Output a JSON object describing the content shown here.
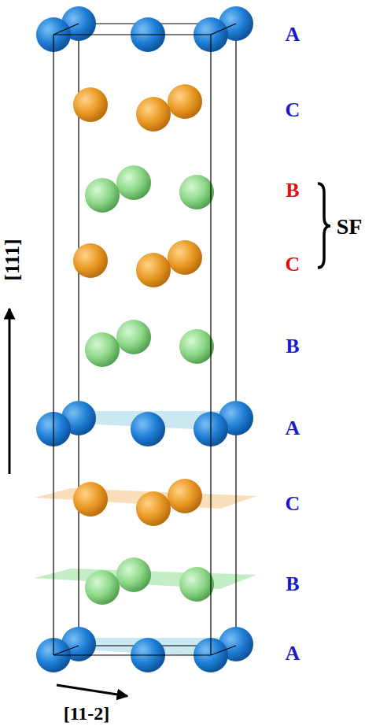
{
  "diagram": {
    "labels": [
      "A",
      "C",
      "B",
      "C",
      "B",
      "A",
      "C",
      "B",
      "A",
      "SF",
      "[111]",
      "[11-2]"
    ]
  }
}
